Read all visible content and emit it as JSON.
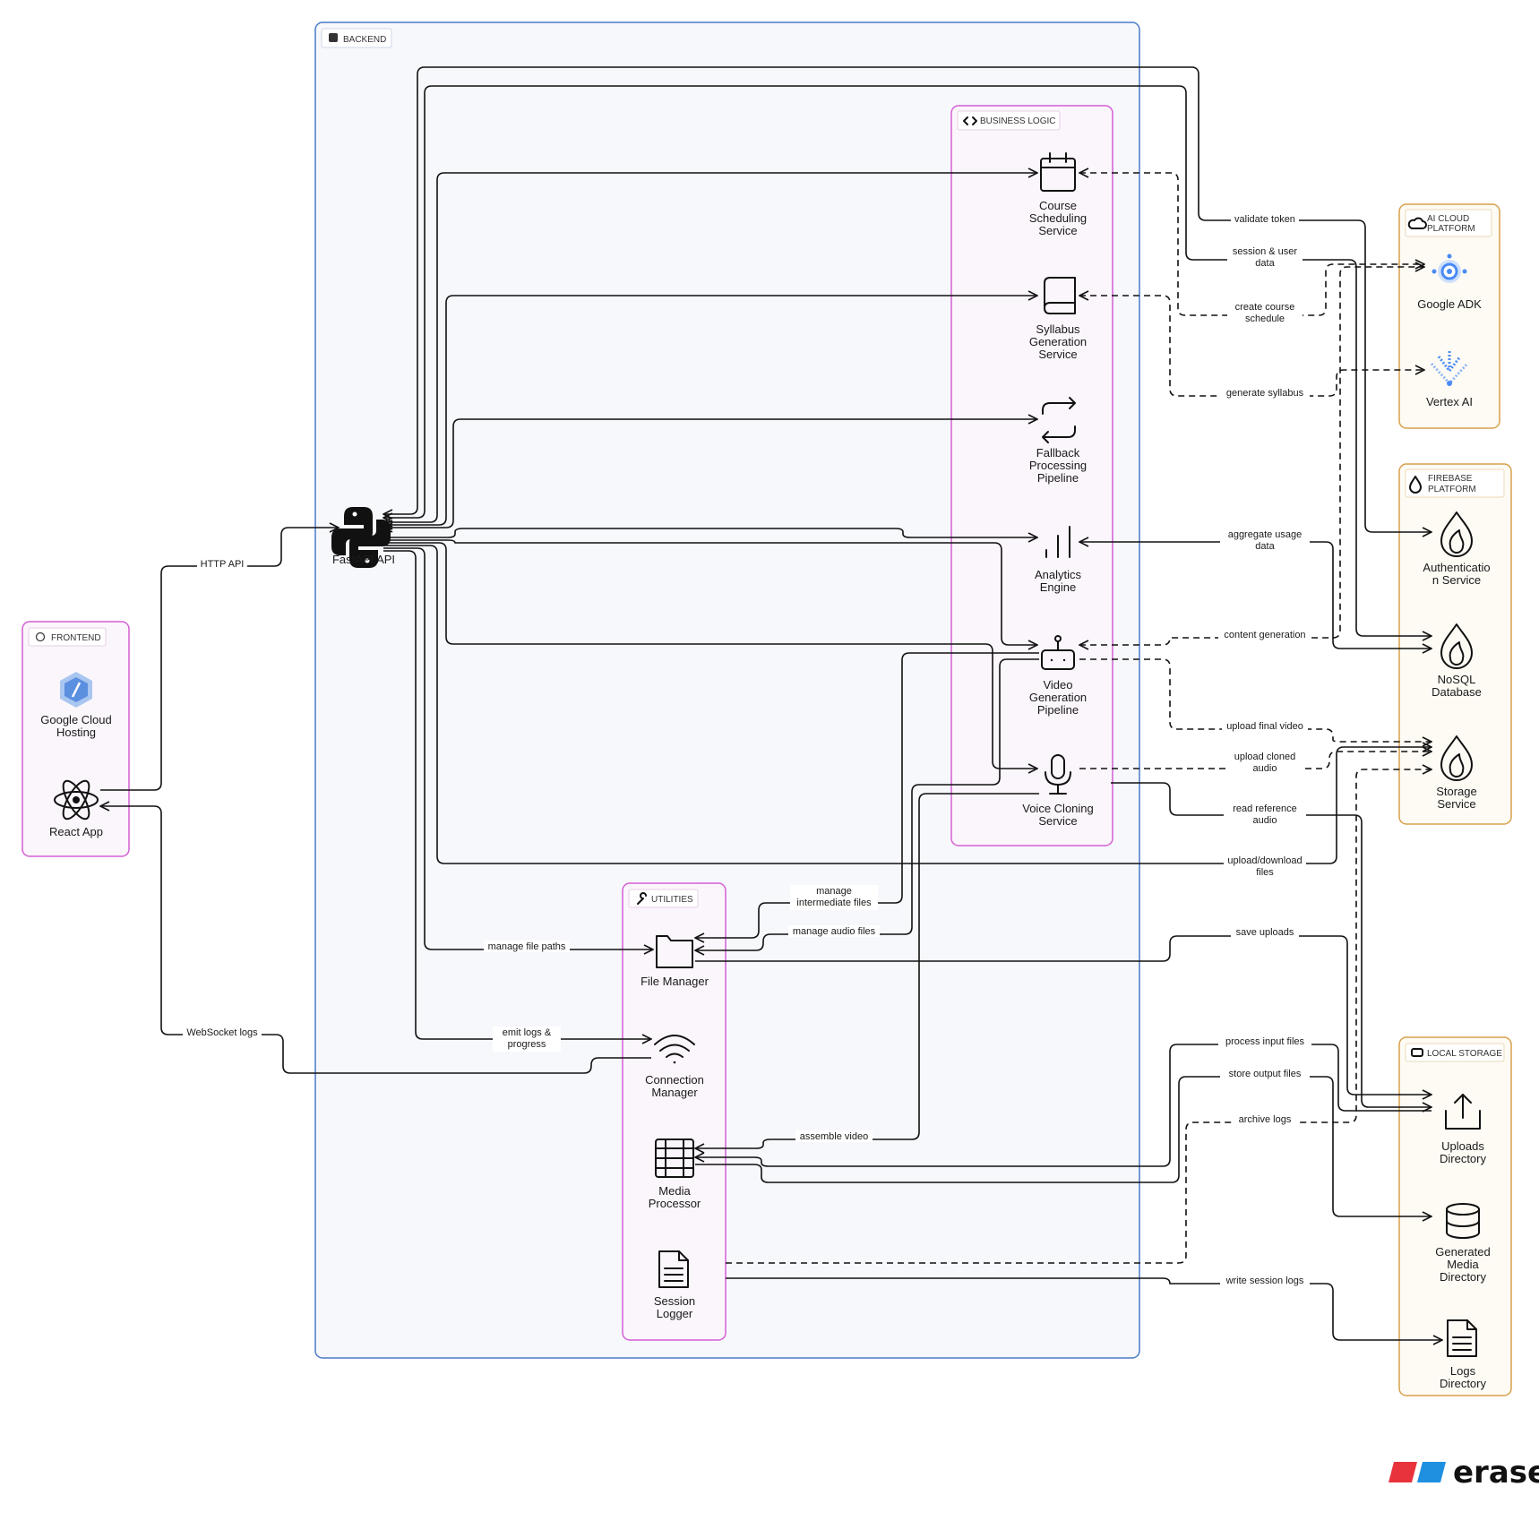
{
  "groups": {
    "frontend": "FRONTEND",
    "backend": "BACKEND",
    "business_logic": "BUSINESS LOGIC",
    "utilities": "UTILITIES",
    "ai_cloud": [
      "AI CLOUD",
      "PLATFORM"
    ],
    "firebase": [
      "FIREBASE",
      "PLATFORM"
    ],
    "local_storage": "LOCAL STORAGE"
  },
  "nodes": {
    "gcloud_hosting": [
      "Google Cloud",
      "Hosting"
    ],
    "react_app": [
      "React App"
    ],
    "fastapi": [
      "FastAPI API"
    ],
    "course_scheduling": [
      "Course",
      "Scheduling",
      "Service"
    ],
    "syllabus": [
      "Syllabus",
      "Generation",
      "Service"
    ],
    "fallback": [
      "Fallback",
      "Processing",
      "Pipeline"
    ],
    "analytics": [
      "Analytics",
      "Engine"
    ],
    "video_pipeline": [
      "Video",
      "Generation",
      "Pipeline"
    ],
    "voice_cloning": [
      "Voice Cloning",
      "Service"
    ],
    "file_manager": [
      "File Manager"
    ],
    "connection_manager": [
      "Connection",
      "Manager"
    ],
    "media_processor": [
      "Media",
      "Processor"
    ],
    "session_logger": [
      "Session",
      "Logger"
    ],
    "google_adk": [
      "Google ADK"
    ],
    "vertex_ai": [
      "Vertex AI"
    ],
    "auth_service": [
      "Authenticatio",
      "n Service"
    ],
    "nosql": [
      "NoSQL",
      "Database"
    ],
    "storage_service": [
      "Storage",
      "Service"
    ],
    "uploads_dir": [
      "Uploads",
      "Directory"
    ],
    "generated_media": [
      "Generated",
      "Media",
      "Directory"
    ],
    "logs_dir": [
      "Logs",
      "Directory"
    ]
  },
  "edges": {
    "http_api": [
      "HTTP API"
    ],
    "websocket_logs": [
      "WebSocket logs"
    ],
    "validate_token": [
      "validate token"
    ],
    "session_user": [
      "session & user",
      "data"
    ],
    "create_course": [
      "create course",
      "schedule"
    ],
    "generate_syllabus": [
      "generate syllabus"
    ],
    "aggregate_usage": [
      "aggregate usage",
      "data"
    ],
    "content_generation": [
      "content generation"
    ],
    "upload_final_video": [
      "upload final video"
    ],
    "upload_cloned_audio": [
      "upload cloned",
      "audio"
    ],
    "read_reference_audio": [
      "read reference",
      "audio"
    ],
    "upload_download": [
      "upload/download",
      "files"
    ],
    "manage_intermediate": [
      "manage",
      "intermediate files"
    ],
    "manage_audio": [
      "manage audio files"
    ],
    "manage_file_paths": [
      "manage file paths"
    ],
    "save_uploads": [
      "save uploads"
    ],
    "emit_logs": [
      "emit logs &",
      "progress"
    ],
    "process_input": [
      "process input files"
    ],
    "store_output": [
      "store output files"
    ],
    "archive_logs": [
      "archive logs"
    ],
    "assemble_video": [
      "assemble video"
    ],
    "write_session_logs": [
      "write session logs"
    ]
  },
  "brand": {
    "name": "eraser"
  },
  "colors": {
    "group_pink": "#d45fd6",
    "group_blue": "#4a7bc8",
    "group_orange": "#d8a04a",
    "pink_bg": "#fbf6fb",
    "blue_bg": "#f7f8fc",
    "orange_bg": "#fdfbf4",
    "brand_red": "#e8333c",
    "brand_blue": "#1f8fe0"
  }
}
